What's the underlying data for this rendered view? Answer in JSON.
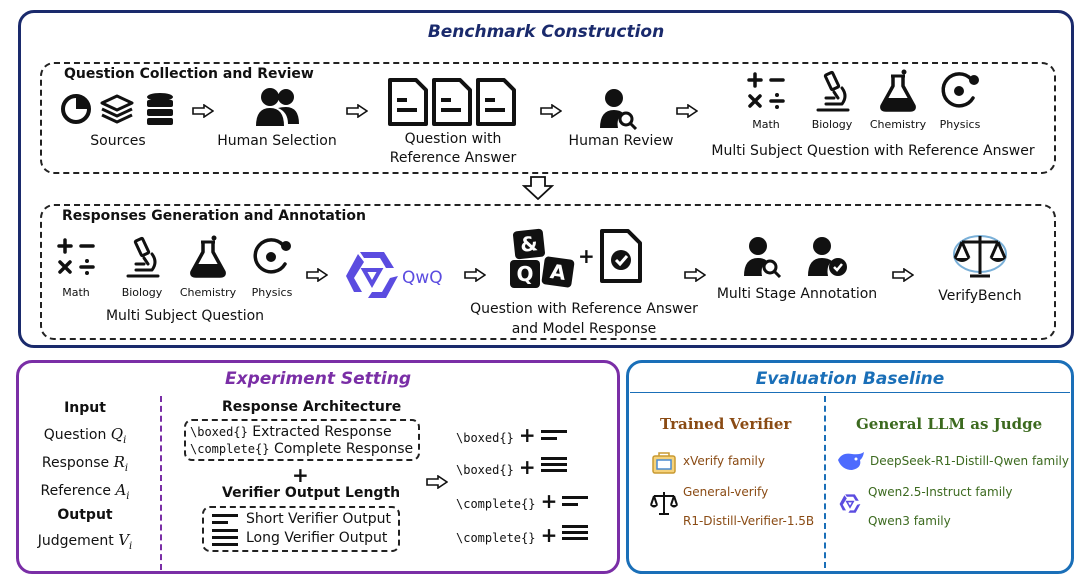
{
  "benchmark": {
    "title": "Benchmark Construction",
    "collection": {
      "title": "Question Collection and Review",
      "sources": "Sources",
      "human_selection": "Human Selection",
      "qra_line1": "Question with",
      "qra_line2": "Reference Answer",
      "human_review": "Human Review",
      "subjects": [
        "Math",
        "Biology",
        "Chemistry",
        "Physics"
      ],
      "multi_subject": "Multi Subject Question with Reference Answer"
    },
    "responses": {
      "title": "Responses Generation and Annotation",
      "subjects": [
        "Math",
        "Biology",
        "Chemistry",
        "Physics"
      ],
      "multi_subject": "Multi Subject Question",
      "qwq": "QwQ",
      "qa_letters_a": "&",
      "qa_letters_b": "Q",
      "qa_letters_c": "A",
      "qram_line1": "Question with Reference Answer",
      "qram_line2": "and Model Response",
      "multi_stage": "Multi Stage Annotation",
      "verifybench": "VerifyBench"
    }
  },
  "experiment": {
    "title": "Experiment Setting",
    "input_label": "Input",
    "question": "Question",
    "question_sym": "Q",
    "response": "Response",
    "response_sym": "R",
    "reference": "Reference",
    "reference_sym": "A",
    "output_label": "Output",
    "judgement": "Judgement",
    "judgement_sym": "V",
    "subscript": "i",
    "response_arch": "Response Architecture",
    "boxed_cmd": "\\boxed{}",
    "complete_cmd": "\\complete{}",
    "extracted": "Extracted Response",
    "complete_resp": "Complete Response",
    "verifier_len": "Verifier Output Length",
    "short_out": "Short Verifier Output",
    "long_out": "Long Verifier Output",
    "plus": "+"
  },
  "evaluation": {
    "title": "Evaluation Baseline",
    "trained_title": "Trained Verifier",
    "trained": [
      "xVerify family",
      "General-verify",
      "R1-Distill-Verifier-1.5B"
    ],
    "llm_title": "General LLM as Judge",
    "llm": [
      "DeepSeek-R1-Distill-Qwen family",
      "Qwen2.5-Instruct family",
      "Qwen3 family"
    ]
  },
  "colors": {
    "navy": "#1a2a6c",
    "purple": "#7a2ea6",
    "blue": "#1a6fb8",
    "brown": "#8a4b14",
    "green": "#3c6a1f",
    "qwq": "#5b4ce0",
    "deepseek": "#4d6bfe"
  }
}
